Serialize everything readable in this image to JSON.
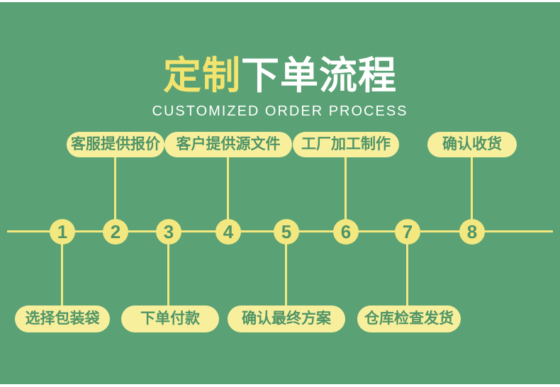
{
  "page": {
    "title_accent": "定制",
    "title_rest": "下单流程",
    "subtitle": "CUSTOMIZED ORDER PROCESS"
  },
  "steps": [
    {
      "number": "1",
      "label": "选择包装袋",
      "side": "bottom"
    },
    {
      "number": "2",
      "label": "客服提供报价",
      "side": "top"
    },
    {
      "number": "3",
      "label": "下单付款",
      "side": "bottom"
    },
    {
      "number": "4",
      "label": "客户提供源文件",
      "side": "top"
    },
    {
      "number": "5",
      "label": "确认最终方案",
      "side": "bottom"
    },
    {
      "number": "6",
      "label": "工厂加工制作",
      "side": "top"
    },
    {
      "number": "7",
      "label": "仓库检查发货",
      "side": "bottom"
    },
    {
      "number": "8",
      "label": "确认收货",
      "side": "top"
    }
  ],
  "colors": {
    "bg": "#5aa276",
    "accent-yellow": "#f3e87f",
    "pill-yellow": "#f8ef9c",
    "title-yellow": "#f2e46e",
    "text-green": "#4f9468",
    "text-white": "#ffffff"
  }
}
